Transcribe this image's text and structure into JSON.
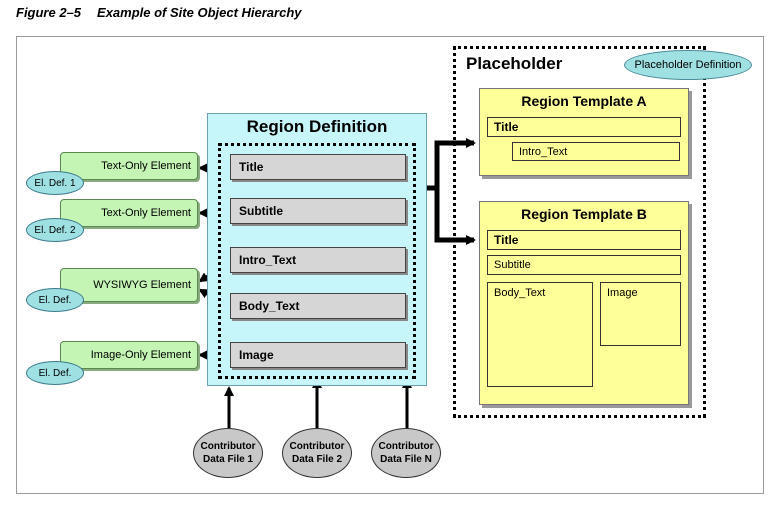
{
  "figure": {
    "number": "Figure 2–5",
    "title": "Example of Site Object Hierarchy"
  },
  "region_definition": {
    "title": "Region Definition",
    "fields": [
      "Title",
      "Subtitle",
      "Intro_Text",
      "Body_Text",
      "Image"
    ]
  },
  "placeholder": {
    "title": "Placeholder",
    "definition_label": "Placeholder Definition",
    "template_a": {
      "title": "Region Template A",
      "title_box": "Title",
      "intro_box": "Intro_Text"
    },
    "template_b": {
      "title": "Region Template B",
      "title_box": "Title",
      "subtitle_box": "Subtitle",
      "body_box": "Body_Text",
      "image_box": "Image"
    }
  },
  "elements": [
    {
      "label": "Text-Only Element",
      "def": "El. Def. 1"
    },
    {
      "label": "Text-Only Element",
      "def": "El. Def. 2"
    },
    {
      "label": "WYSIWYG Element",
      "def": "El. Def."
    },
    {
      "label": "Image-Only Element",
      "def": "El. Def."
    }
  ],
  "contributor_files": [
    {
      "line1": "Contributor",
      "line2": "Data File 1"
    },
    {
      "line1": "Contributor",
      "line2": "Data File 2"
    },
    {
      "line1": "Contributor",
      "line2": "Data File N"
    }
  ]
}
